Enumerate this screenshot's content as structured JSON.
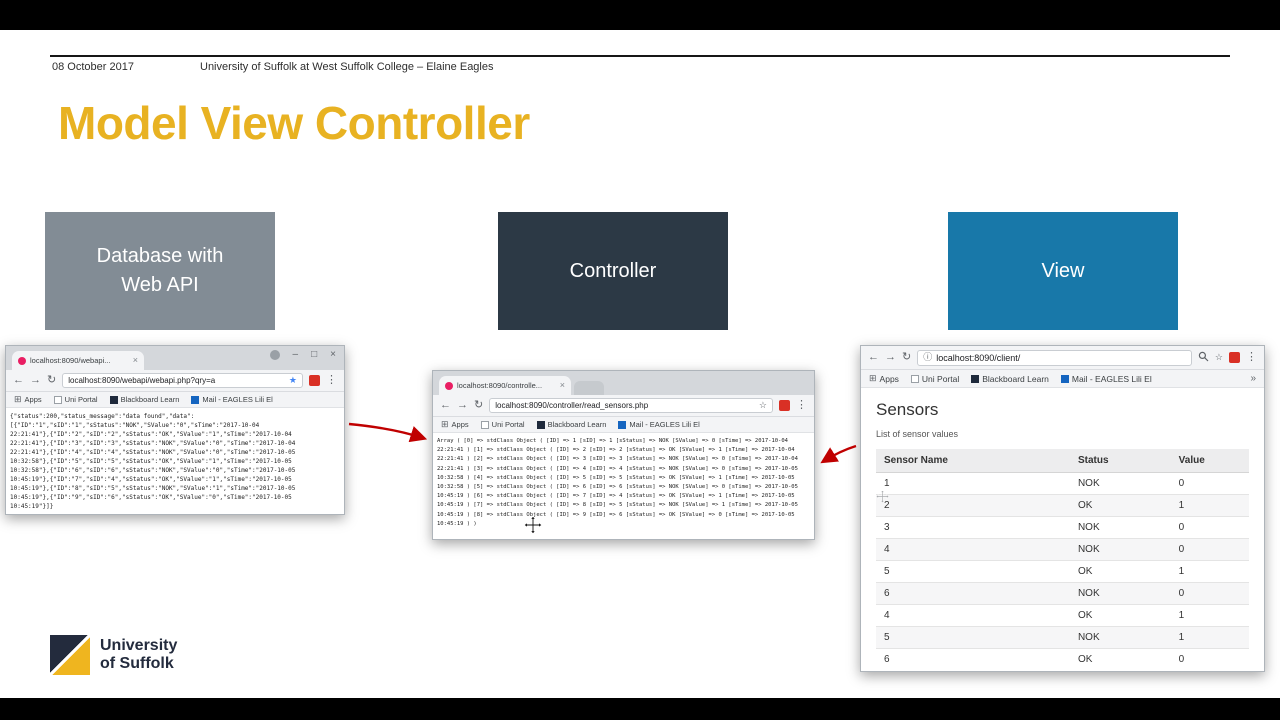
{
  "colors": {
    "title_yellow": "#E8B222",
    "model_box_gray": "#828C95",
    "controller_box_dark": "#2C3945",
    "view_box_blue": "#1878A9",
    "arrow_red": "#C00000",
    "logo_navy": "#232B3D",
    "logo_gold": "#EFB51F",
    "extension_badge_red": "#D93025",
    "tab_favicon_pink": "#E91E63"
  },
  "icons": {
    "back": "←",
    "forward": "→",
    "refresh": "↻",
    "menu": "⋮",
    "close": "×",
    "minimize": "–",
    "maximize": "□",
    "star": "☆",
    "star_filled": "★",
    "apps": "⊞",
    "info": "ⓘ",
    "chevron_overflow": "»"
  },
  "slide": {
    "date": "08 October 2017",
    "affiliation": "University of Suffolk at West Suffolk College – Elaine Eagles",
    "title": "Model View Controller",
    "boxes": {
      "model_line1": "Database with",
      "model_line2": "Web API",
      "controller": "Controller",
      "view": "View"
    },
    "logo_line1": "University",
    "logo_line2": "of Suffolk"
  },
  "webapi_window": {
    "tab_title": "localhost:8090/webapi...",
    "url": "localhost:8090/webapi/webapi.php?qry=a",
    "bookmarks": [
      "Apps",
      "Uni Portal",
      "Blackboard Learn",
      "Mail - EAGLES Lili El"
    ],
    "content": "{\"status\":200,\"status_message\":\"data found\",\"data\":\n[{\"ID\":\"1\",\"sID\":\"1\",\"sStatus\":\"NOK\",\"SValue\":\"0\",\"sTime\":\"2017-10-04\n22:21:41\"},{\"ID\":\"2\",\"sID\":\"2\",\"sStatus\":\"OK\",\"SValue\":\"1\",\"sTime\":\"2017-10-04\n22:21:41\"},{\"ID\":\"3\",\"sID\":\"3\",\"sStatus\":\"NOK\",\"SValue\":\"0\",\"sTime\":\"2017-10-04\n22:21:41\"},{\"ID\":\"4\",\"sID\":\"4\",\"sStatus\":\"NOK\",\"SValue\":\"0\",\"sTime\":\"2017-10-05\n10:32:58\"},{\"ID\":\"5\",\"sID\":\"5\",\"sStatus\":\"OK\",\"SValue\":\"1\",\"sTime\":\"2017-10-05\n10:32:58\"},{\"ID\":\"6\",\"sID\":\"6\",\"sStatus\":\"NOK\",\"SValue\":\"0\",\"sTime\":\"2017-10-05\n10:45:19\"},{\"ID\":\"7\",\"sID\":\"4\",\"sStatus\":\"OK\",\"SValue\":\"1\",\"sTime\":\"2017-10-05\n10:45:19\"},{\"ID\":\"8\",\"sID\":\"5\",\"sStatus\":\"NOK\",\"SValue\":\"1\",\"sTime\":\"2017-10-05\n10:45:19\"},{\"ID\":\"9\",\"sID\":\"6\",\"sStatus\":\"OK\",\"SValue\":\"0\",\"sTime\":\"2017-10-05\n10:45:19\"}]}"
  },
  "controller_window": {
    "tab_title": "localhost:8090/controlle...",
    "url": "localhost:8090/controller/read_sensors.php",
    "bookmarks": [
      "Apps",
      "Uni Portal",
      "Blackboard Learn",
      "Mail - EAGLES Lili El"
    ],
    "content": "Array ( [0] => stdClass Object ( [ID] => 1 [sID] => 1 [sStatus] => NOK [SValue] => 0 [sTime] => 2017-10-04\n22:21:41 ) [1] => stdClass Object ( [ID] => 2 [sID] => 2 [sStatus] => OK [SValue] => 1 [sTime] => 2017-10-04\n22:21:41 ) [2] => stdClass Object ( [ID] => 3 [sID] => 3 [sStatus] => NOK [SValue] => 0 [sTime] => 2017-10-04\n22:21:41 ) [3] => stdClass Object ( [ID] => 4 [sID] => 4 [sStatus] => NOK [SValue] => 0 [sTime] => 2017-10-05\n10:32:58 ) [4] => stdClass Object ( [ID] => 5 [sID] => 5 [sStatus] => OK [SValue] => 1 [sTime] => 2017-10-05\n10:32:58 ) [5] => stdClass Object ( [ID] => 6 [sID] => 6 [sStatus] => NOK [SValue] => 0 [sTime] => 2017-10-05\n10:45:19 ) [6] => stdClass Object ( [ID] => 7 [sID] => 4 [sStatus] => OK [SValue] => 1 [sTime] => 2017-10-05\n10:45:19 ) [7] => stdClass Object ( [ID] => 8 [sID] => 5 [sStatus] => NOK [SValue] => 1 [sTime] => 2017-10-05\n10:45:19 ) [8] => stdClass Object ( [ID] => 9 [sID] => 6 [sStatus] => OK [SValue] => 0 [sTime] => 2017-10-05\n10:45:19 ) )"
  },
  "view_window": {
    "url": "localhost:8090/client/",
    "bookmarks": [
      "Apps",
      "Uni Portal",
      "Blackboard Learn",
      "Mail - EAGLES Lili El"
    ],
    "page_title": "Sensors",
    "subtitle": "List of sensor values",
    "table": {
      "headers": [
        "Sensor Name",
        "Status",
        "Value"
      ],
      "rows": [
        {
          "name": "1",
          "status": "NOK",
          "value": "0"
        },
        {
          "name": "2",
          "status": "OK",
          "value": "1"
        },
        {
          "name": "3",
          "status": "NOK",
          "value": "0"
        },
        {
          "name": "4",
          "status": "NOK",
          "value": "0"
        },
        {
          "name": "5",
          "status": "OK",
          "value": "1"
        },
        {
          "name": "6",
          "status": "NOK",
          "value": "0"
        },
        {
          "name": "4",
          "status": "OK",
          "value": "1"
        },
        {
          "name": "5",
          "status": "NOK",
          "value": "1"
        },
        {
          "name": "6",
          "status": "OK",
          "value": "0"
        }
      ]
    }
  }
}
